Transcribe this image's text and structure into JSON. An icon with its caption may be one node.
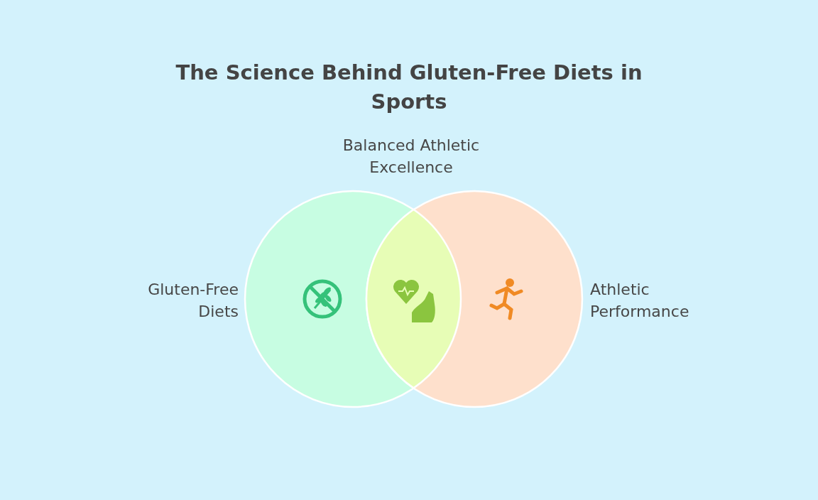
{
  "diagram": {
    "title": "The Science Behind Gluten-Free Diets in Sports",
    "nodes": [
      {
        "text": [
          "Gluten-Free Diets"
        ]
      },
      {
        "text": [
          "Athletic Performance"
        ]
      },
      {
        "text": [
          "Balanced Athletic Excellence"
        ]
      }
    ]
  }
}
